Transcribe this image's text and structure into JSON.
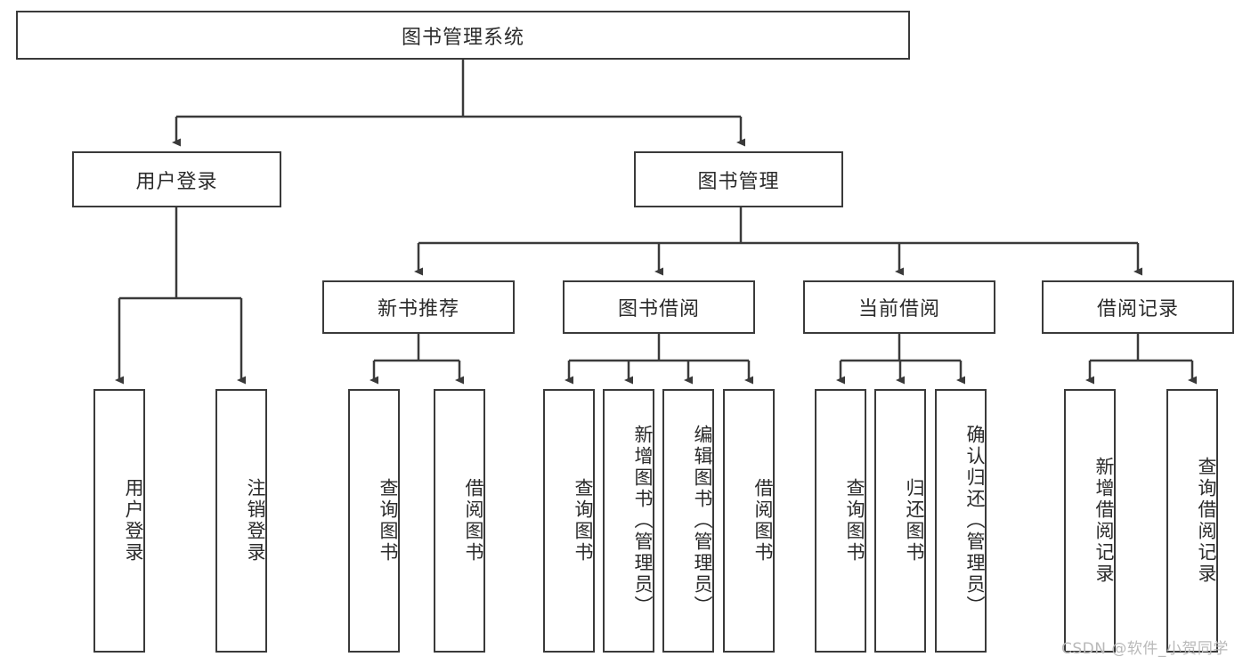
{
  "diagram": {
    "title": "图书管理系统",
    "type": "tree-hierarchy-diagram",
    "root": {
      "label": "图书管理系统"
    },
    "level2": [
      {
        "label": "用户登录"
      },
      {
        "label": "图书管理"
      }
    ],
    "level3": [
      {
        "label": "新书推荐"
      },
      {
        "label": "图书借阅"
      },
      {
        "label": "当前借阅"
      },
      {
        "label": "借阅记录"
      }
    ],
    "leaves": {
      "user_login": [
        {
          "label": "用户登录"
        },
        {
          "label": "注销登录"
        }
      ],
      "new_book_recommend": [
        {
          "label": "查询图书"
        },
        {
          "label": "借阅图书"
        }
      ],
      "book_borrow": [
        {
          "label": "查询图书"
        },
        {
          "label": "新增图书（管理员）"
        },
        {
          "label": "编辑图书（管理员）"
        },
        {
          "label": "借阅图书"
        }
      ],
      "current_borrow": [
        {
          "label": "查询图书"
        },
        {
          "label": "归还图书"
        },
        {
          "label": "确认归还（管理员）"
        }
      ],
      "borrow_record": [
        {
          "label": "新增借阅记录"
        },
        {
          "label": "查询借阅记录"
        }
      ]
    }
  },
  "watermark": {
    "text": "CSDN @软件_小贺同学"
  },
  "colors": {
    "stroke": "#3a3a3a",
    "background": "#ffffff",
    "text": "#2b2b2b",
    "watermark": "#b9b9b9"
  }
}
